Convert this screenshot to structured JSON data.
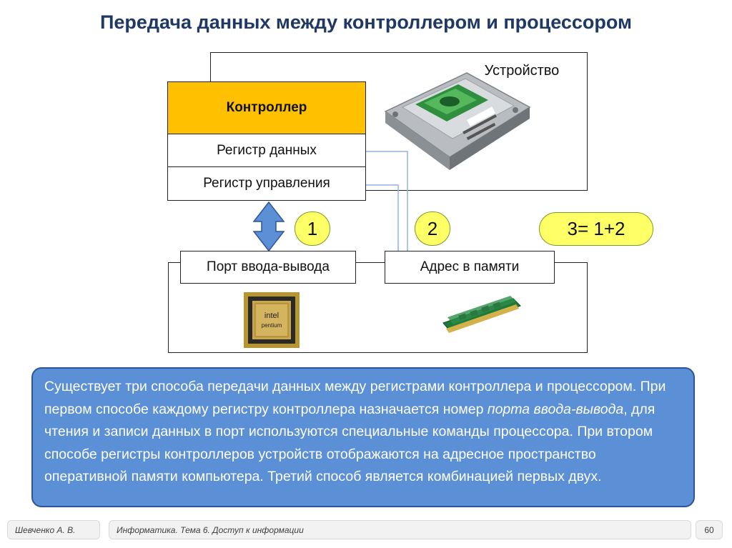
{
  "title": "Передача данных между контроллером и процессором",
  "device": {
    "label": "Устройство",
    "controller": "Контроллер",
    "registers": [
      "Регистр данных",
      "Регистр управления"
    ],
    "image": "hard-disk-drive"
  },
  "cpu_side": {
    "port_label": "Порт ввода-вывода",
    "address_label": "Адрес в памяти",
    "cpu_image": "intel-pentium-chip",
    "ram_image": "memory-module"
  },
  "methods": {
    "first": "1",
    "second": "2",
    "third": "3= 1+2"
  },
  "info": {
    "part1": "Существует три способа передачи данных между регистрами контроллера и процессором. При первом способе каждому регистру контроллера назначается номер ",
    "italic": "порта ввода-вывода",
    "part2": ", для чтения и записи данных в порт используются специальные команды процессора. При втором способе регистры контроллеров устройств отображаются на адресное пространство оперативной памяти компьютера. Третий способ является комбинацией первых двух."
  },
  "footer": {
    "author": "Шевченко А. В.",
    "course": "Информатика. Тема 6. Доступ к информации",
    "page": "60"
  },
  "colors": {
    "title": "#1f3864",
    "controller_fill": "#ffc000",
    "pill_fill": "#ffff66",
    "info_fill": "#5b8fd6",
    "arrow_fill": "#5b8fd6",
    "wire": "#8fb4e3"
  }
}
